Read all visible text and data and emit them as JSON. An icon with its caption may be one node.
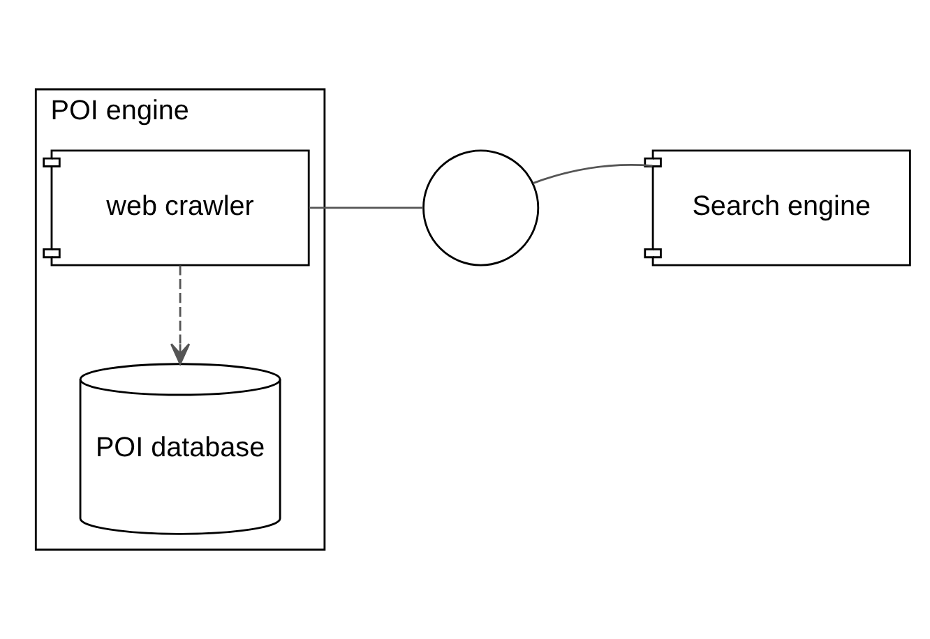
{
  "diagram": {
    "nodes": [
      {
        "text": [
          "POI engine"
        ]
      },
      {
        "text": [
          "web crawler"
        ],
        "in": 0
      },
      {
        "text": [
          "POI database"
        ],
        "in": 0
      },
      {
        "text": [],
        "shape": "circle"
      },
      {
        "text": [
          "Search engine"
        ]
      }
    ],
    "edges": [
      {
        "from": 1,
        "to": 2,
        "arrow": "to",
        "style": "dashed"
      },
      {
        "from": 1,
        "to": 3,
        "arrow": "none"
      },
      {
        "from": 4,
        "to": 3,
        "arrow": "none"
      }
    ]
  }
}
